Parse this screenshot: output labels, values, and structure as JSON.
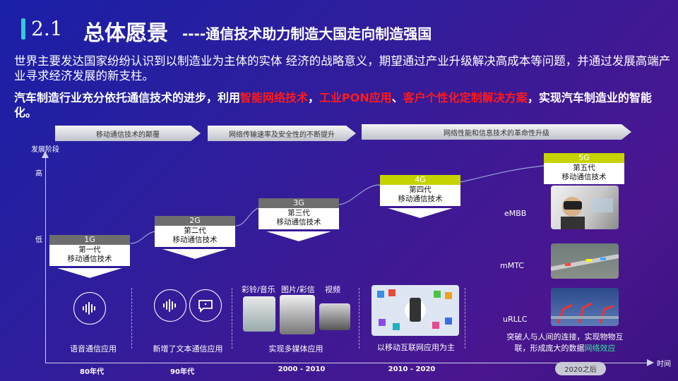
{
  "header": {
    "number": "2.1",
    "title": "总体愿景",
    "subtitle": "----通信技术助力制造大国走向制造强国"
  },
  "para1": "世界主要发达国家纷纷认识到以制造业为主体的实体 经济的战略意义，期望通过产业升级解决高成本等问题，并通过发展高端产业寻求经济发展的新支柱。",
  "para2": {
    "p1": "汽车制造行业充分依托通信技术的进步，利用",
    "h1": "智能网络技术",
    "p2": "，",
    "h2": "工业PON应用",
    "p3": "、",
    "h3": "客户个性化定制解决方案",
    "p4": "，实现汽车制造业的智能化。"
  },
  "phases": [
    "移动通信技术的颠覆",
    "网络传输速率及安全性的不断提升",
    "网络性能和信息技术的革命性升级"
  ],
  "axis": {
    "y_title": "发展阶段",
    "high": "高",
    "low": "低",
    "x_title": "时间"
  },
  "generations": [
    {
      "tag": "1G",
      "line1": "第一代",
      "line2": "移动通信技术"
    },
    {
      "tag": "2G",
      "line1": "第二代",
      "line2": "移动通信技术"
    },
    {
      "tag": "3G",
      "line1": "第三代",
      "line2": "移动通信技术"
    },
    {
      "tag": "4G",
      "line1": "第四代",
      "line2": "移动通信技术"
    },
    {
      "tag": "5G",
      "line1": "第五代",
      "line2": "移动通信技术"
    }
  ],
  "eras": [
    "80年代",
    "90年代",
    "2000 - 2010",
    "2010 - 2020",
    "2020之后"
  ],
  "captions": [
    "语音通信应用",
    "新增了文本通信应用",
    "实现多媒体应用",
    "以移动互联网应用为主"
  ],
  "media_labels": [
    "彩铃/音乐",
    "图片/彩信",
    "视频"
  ],
  "scenarios": [
    "eMBB",
    "mMTC",
    "uRLLC"
  ],
  "fiveg_caption": {
    "p1": "突破人与人间的连接，实现物物互联，形成庞大的数据",
    "hl": "网络效应"
  },
  "colors": {
    "accent": "#36c9d6",
    "highlight": "#ff1a1a",
    "g5_tag": "#c5d400",
    "g4_tag": "#c5d400",
    "g3_tag": "#6e6e6e"
  }
}
